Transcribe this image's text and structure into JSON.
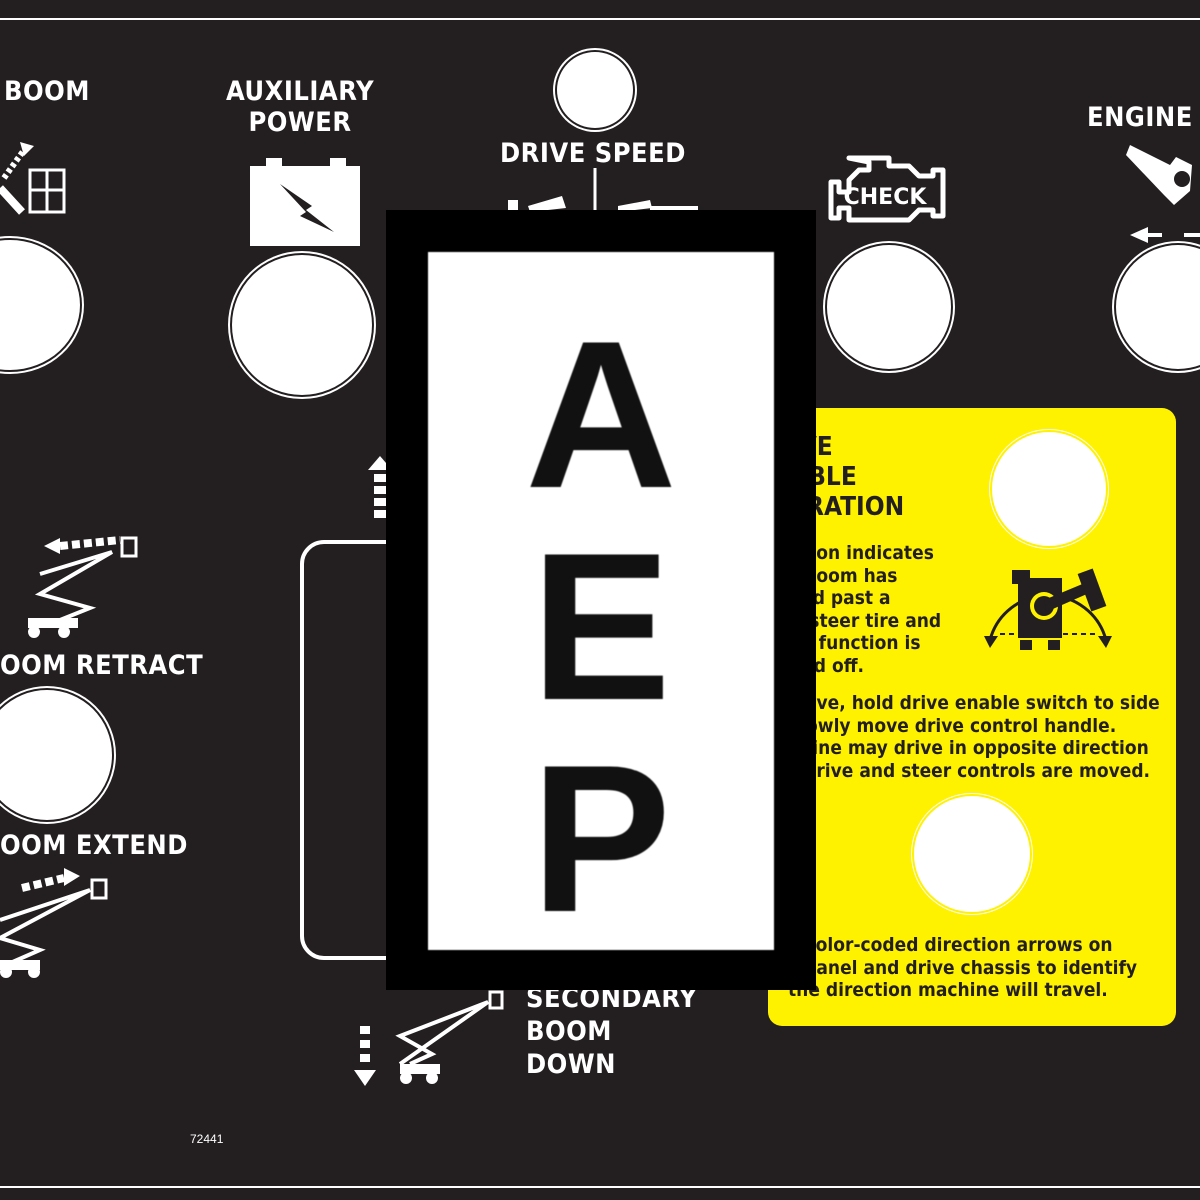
{
  "labels": {
    "boom_top": "BOOM",
    "auxiliary_power": [
      "AUXILIARY",
      "POWER"
    ],
    "drive_speed": "DRIVE SPEED",
    "engine_start": "ENGINE ST",
    "boom_retract": "OOM RETRACT",
    "boom_extend": "OOM EXTEND",
    "secondary_boom_down": [
      "SECONDARY",
      "BOOM",
      "DOWN"
    ],
    "check_engine": "CHECK"
  },
  "part_number": "72441",
  "caution": {
    "title": [
      "IVE",
      "ABLE",
      "ERATION"
    ],
    "paragraph1": [
      "ht on indicates",
      "t boom has",
      "ved past a",
      "n-steer tire and",
      "ve function is",
      "ned off."
    ],
    "paragraph2": [
      "drive, hold drive enable switch to side",
      "slowly move drive control handle.",
      "chine may drive in opposite direction",
      "t drive and steer controls are moved."
    ],
    "paragraph3": [
      "e color-coded direction arrows on",
      "s panel and drive chassis to identify",
      "the direction machine will travel."
    ]
  },
  "sticker": {
    "letters": [
      "A",
      "E",
      "P"
    ]
  },
  "icons": {
    "boom_up": "boom-lift-up-icon",
    "battery": "battery-lightning-icon",
    "drive_speed": "drive-speed-icon",
    "check_engine": "check-engine-icon",
    "key": "ignition-key-icon",
    "retract": "boom-retract-icon",
    "extend": "boom-extend-icon",
    "secondary_down": "secondary-boom-down-icon",
    "steer_wheel": "steer-tire-rotation-icon"
  },
  "colors": {
    "panel": "#231f20",
    "caution": "#fff200",
    "text": "#ffffff"
  }
}
